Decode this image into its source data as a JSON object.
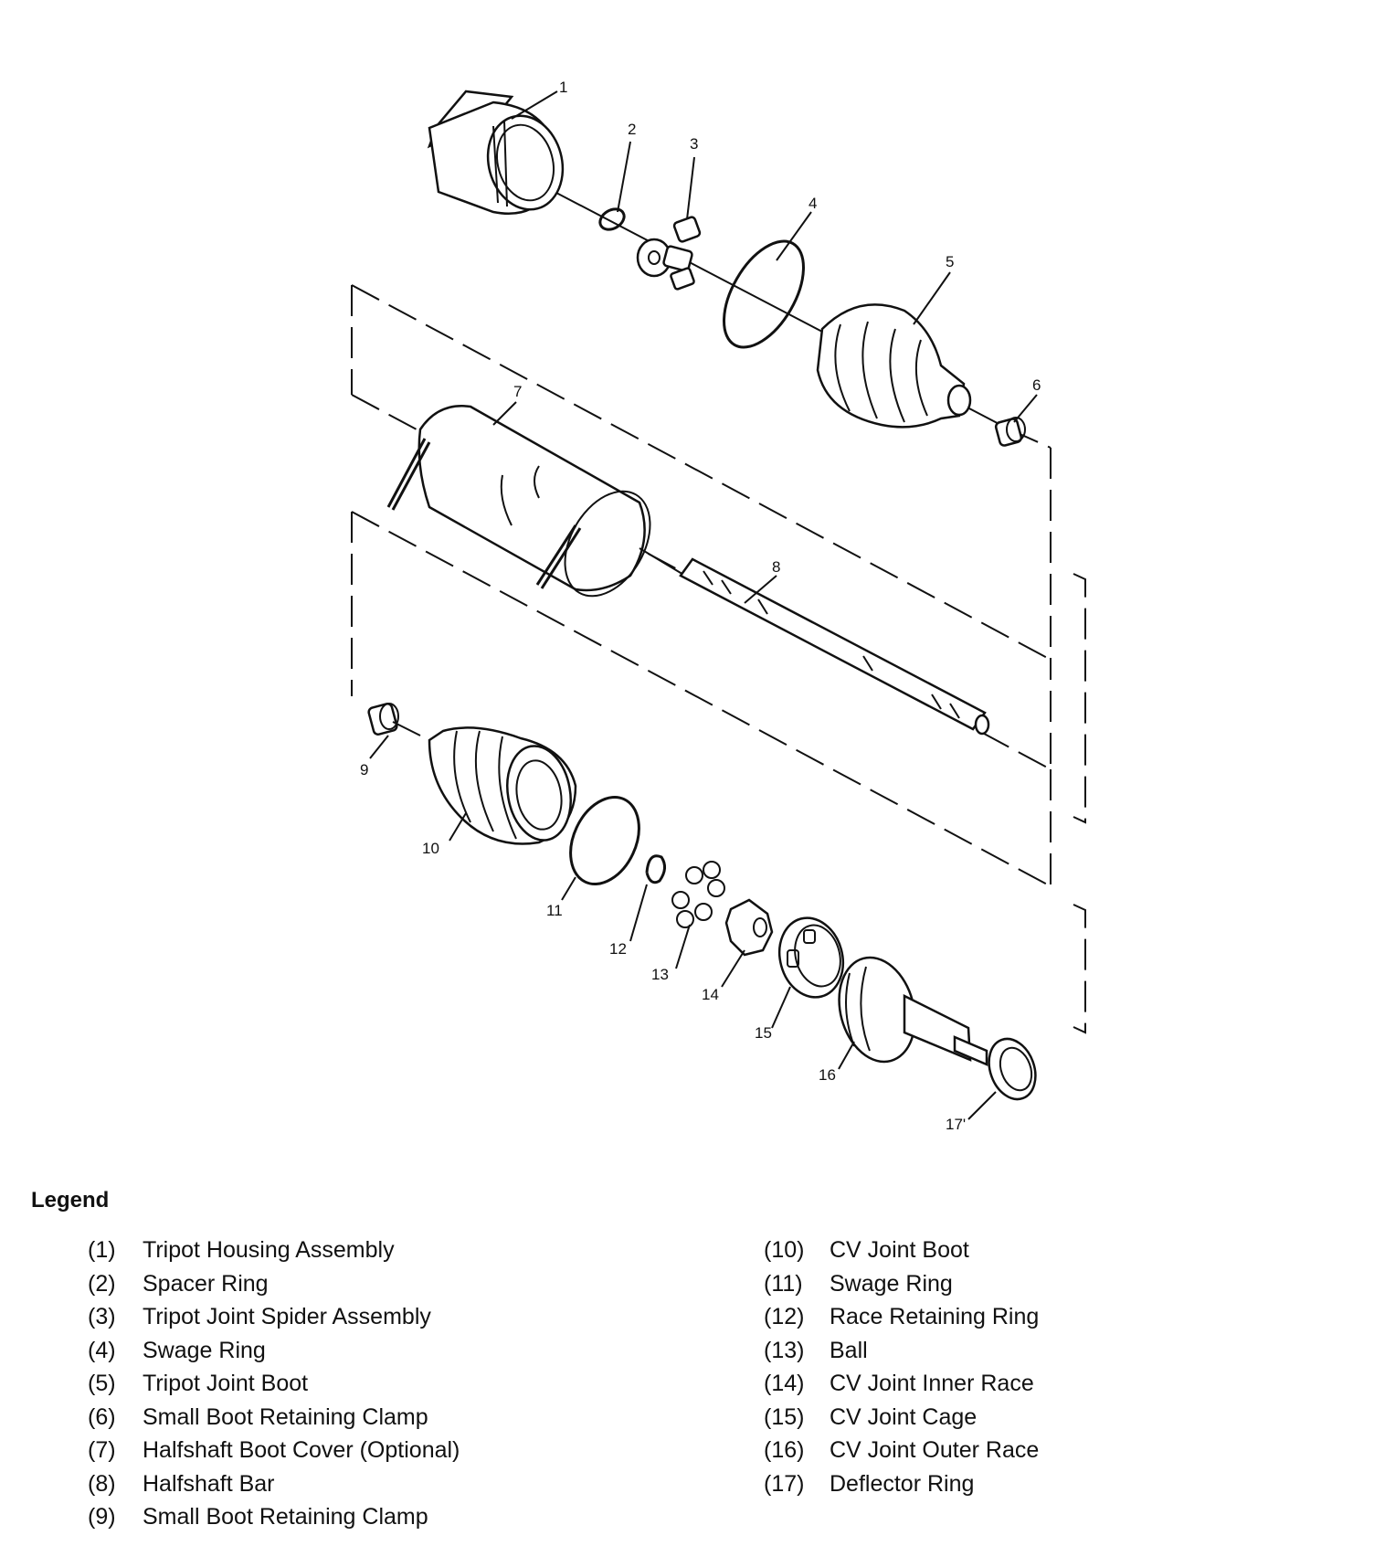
{
  "diagram": {
    "callouts": [
      "1",
      "2",
      "3",
      "4",
      "5",
      "6",
      "7",
      "8",
      "9",
      "10",
      "11",
      "12",
      "13",
      "14",
      "15",
      "16",
      "17'"
    ]
  },
  "legend": {
    "title": "Legend",
    "left": [
      {
        "num": "(1)",
        "label": "Tripot Housing Assembly"
      },
      {
        "num": "(2)",
        "label": "Spacer Ring"
      },
      {
        "num": "(3)",
        "label": "Tripot Joint Spider Assembly"
      },
      {
        "num": "(4)",
        "label": "Swage Ring"
      },
      {
        "num": "(5)",
        "label": "Tripot Joint Boot"
      },
      {
        "num": "(6)",
        "label": "Small Boot Retaining Clamp"
      },
      {
        "num": "(7)",
        "label": "Halfshaft Boot Cover (Optional)"
      },
      {
        "num": "(8)",
        "label": "Halfshaft Bar"
      },
      {
        "num": "(9)",
        "label": "Small Boot Retaining Clamp"
      }
    ],
    "right": [
      {
        "num": "(10)",
        "label": "CV Joint Boot"
      },
      {
        "num": "(11)",
        "label": "Swage Ring"
      },
      {
        "num": "(12)",
        "label": "Race Retaining Ring"
      },
      {
        "num": "(13)",
        "label": "Ball"
      },
      {
        "num": "(14)",
        "label": "CV Joint Inner Race"
      },
      {
        "num": "(15)",
        "label": "CV Joint Cage"
      },
      {
        "num": "(16)",
        "label": "CV Joint Outer Race"
      },
      {
        "num": "(17)",
        "label": "Deflector Ring"
      }
    ]
  }
}
